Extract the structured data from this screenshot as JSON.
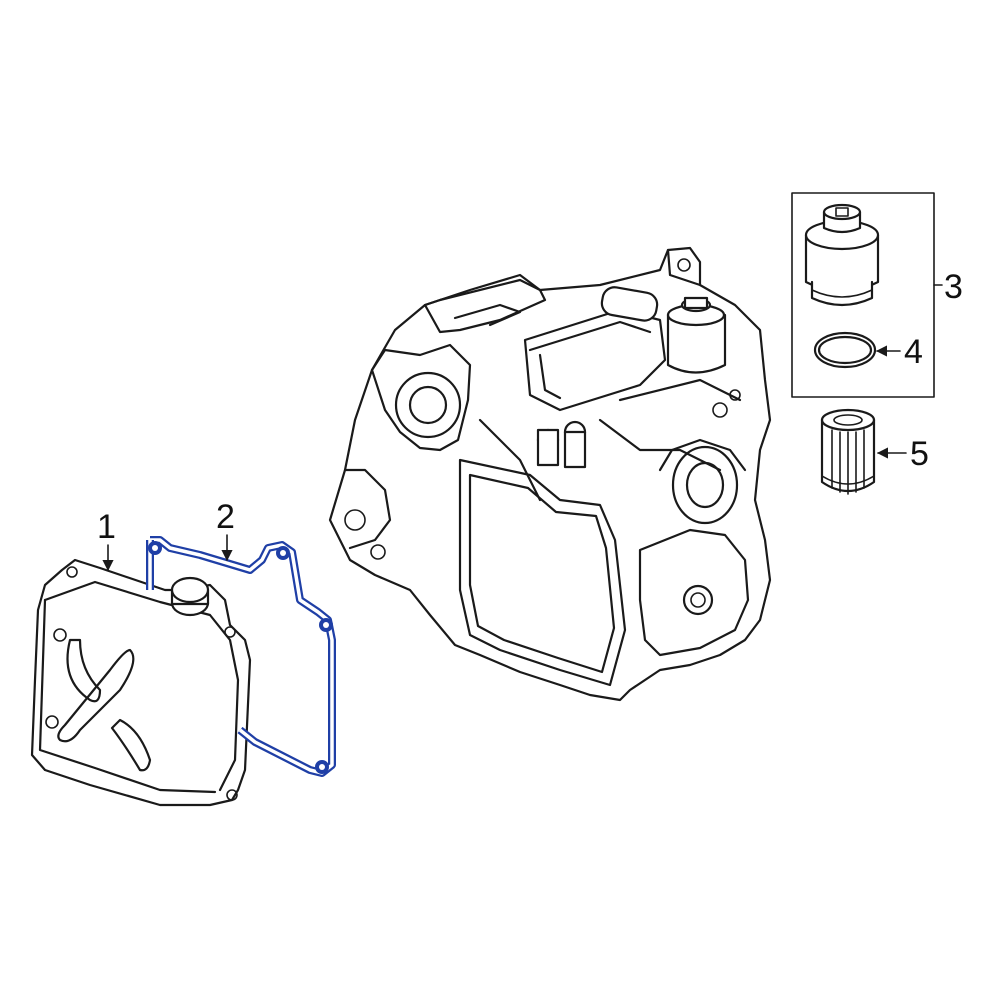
{
  "colors": {
    "line": "#1a1a1a",
    "highlight": "#1f3fa6",
    "background": "#ffffff"
  },
  "callouts": [
    {
      "id": "1",
      "label": "1"
    },
    {
      "id": "2",
      "label": "2"
    },
    {
      "id": "3",
      "label": "3"
    },
    {
      "id": "4",
      "label": "4"
    },
    {
      "id": "5",
      "label": "5"
    }
  ],
  "highlighted_part": "2"
}
